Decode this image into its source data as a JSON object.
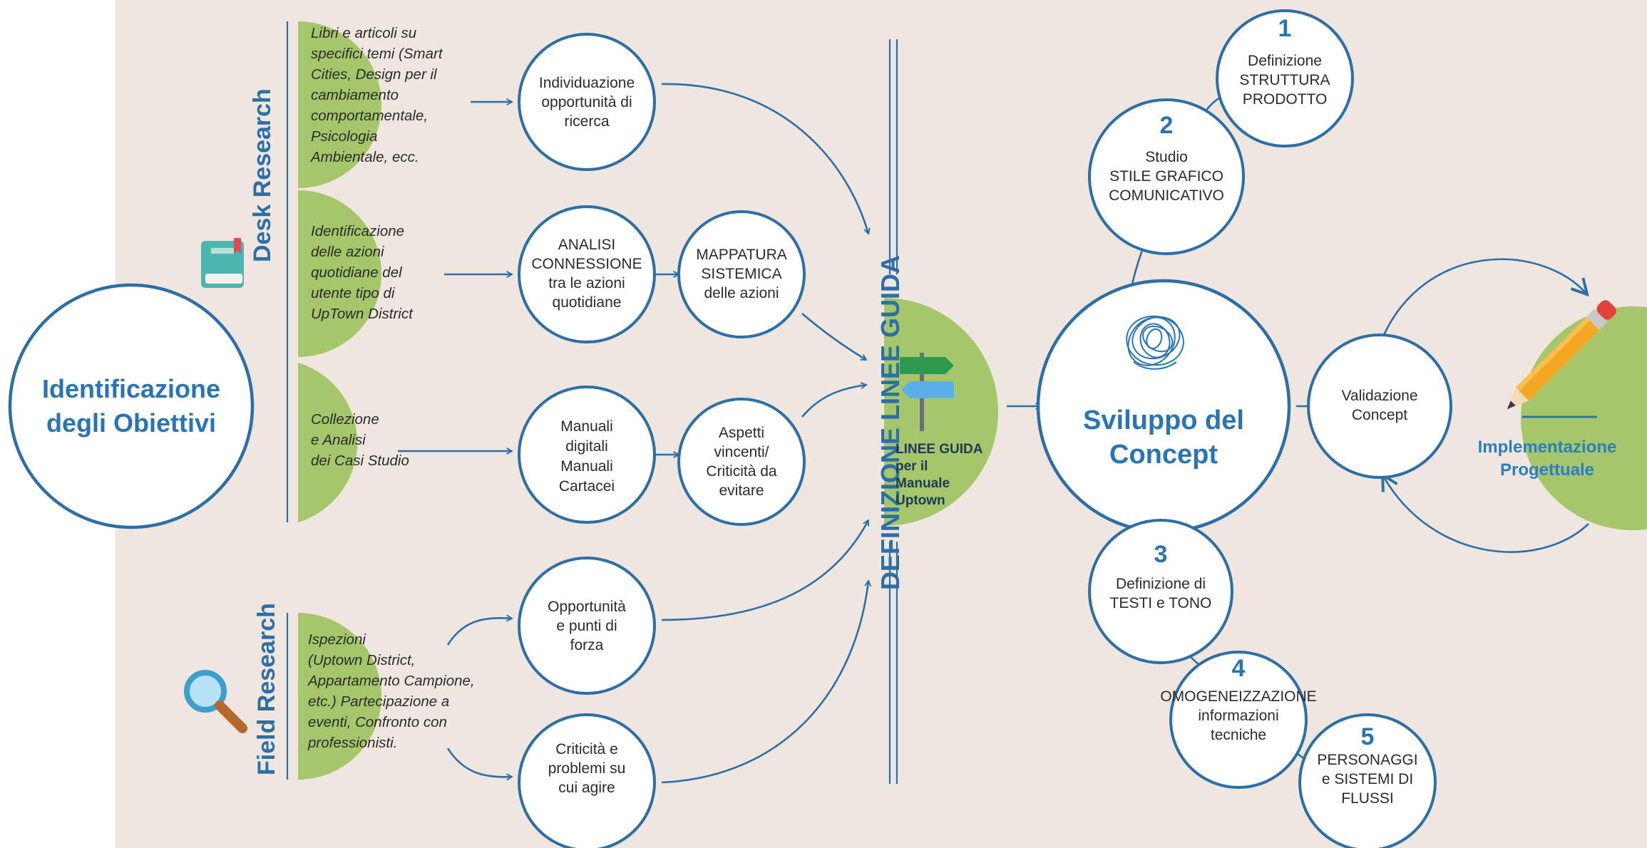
{
  "main_goal": "Identificazione\ndegli Obiettivi",
  "desk_research": {
    "title": "Desk Research",
    "rows": [
      {
        "description": "Libri e articoli su\nspecifici temi (Smart\nCities, Design per il\ncambiamento\ncomportamentale,\nPsicologia\nAmbientale, ecc.",
        "steps": [
          "Individuazione\nopportunità di\nricerca"
        ]
      },
      {
        "description": "Identificazione\ndelle azioni\nquotidiane del\nutente tipo di\nUpTown District",
        "steps": [
          "ANALISI\nCONNESSIONE\ntra le azioni\nquotidiane",
          "MAPPATURA\nSISTEMICA\ndelle azioni"
        ]
      },
      {
        "description": "Collezione\ne Analisi\ndei Casi Studio",
        "steps": [
          "Manuali\ndigitali\nManuali\nCartacei",
          "Aspetti\nvincenti/\nCriticità da\nevitare"
        ]
      }
    ]
  },
  "field_research": {
    "title": "Field Research",
    "description": "Ispezioni\n(Uptown District,\nAppartamento Campione,\netc.) Partecipazione a\neventi, Confronto con\nprofessionisti.",
    "steps": [
      "Opportunità\ne punti di\nforza",
      "Criticità e\nproblemi su\ncui agire"
    ]
  },
  "guidelines": {
    "title": "DEFINIZIONE LINEE GUIDA",
    "label": "LINEE GUIDA\nper il\nManuale\nUptown"
  },
  "concept": {
    "title": "Sviluppo del\nConcept",
    "steps": [
      {
        "number": "1",
        "label": "Definizione\nSTRUTTURA\nPRODOTTO"
      },
      {
        "number": "2",
        "label": "Studio\nSTILE GRAFICO\nCOMUNICATIVO"
      },
      {
        "number": "3",
        "label": "Definizione di\nTESTI e TONO"
      },
      {
        "number": "4",
        "label": "OMOGENEIZZAZIONE\ninformazioni\ntecniche"
      },
      {
        "number": "5",
        "label": "PERSONAGGI\ne SISTEMI DI\nFLUSSI"
      }
    ]
  },
  "validation": "Validazione\nConcept",
  "implementation": "Implementazione\nProgettuale",
  "icons": [
    "book-icon",
    "magnifier-icon",
    "signpost-icon",
    "scribble-icon",
    "pencil-icon"
  ],
  "colors": {
    "accent_blue": "#2874b4",
    "line_blue": "#2c6ea8",
    "green": "#a5c66a",
    "background": "#efe7df"
  }
}
